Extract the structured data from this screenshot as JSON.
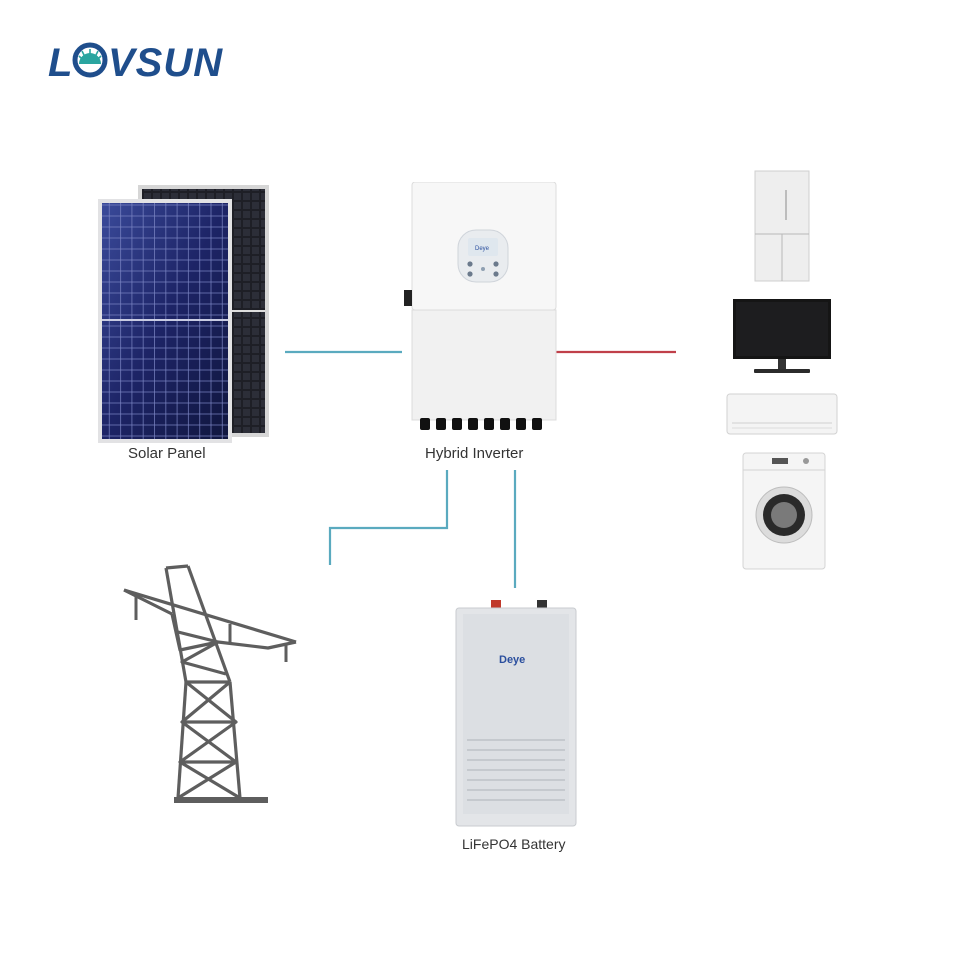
{
  "brand": {
    "logo_text": "LOVSUN",
    "brand_color": "#1f4e8c",
    "accent_color": "#2aa5a0"
  },
  "components": {
    "solar_panel": {
      "label": "Solar Panel",
      "icon": "solar-panel-icon"
    },
    "inverter": {
      "label": "Hybrid Inverter",
      "icon": "hybrid-inverter-icon"
    },
    "grid": {
      "label": "",
      "icon": "transmission-tower-icon"
    },
    "battery": {
      "label": "LiFePO4 Battery",
      "icon": "battery-icon",
      "brand_text": "Deye"
    },
    "loads": [
      {
        "icon": "refrigerator-icon"
      },
      {
        "icon": "monitor-icon"
      },
      {
        "icon": "air-conditioner-icon"
      },
      {
        "icon": "washing-machine-icon"
      }
    ]
  },
  "colors": {
    "dc_line": "#5aaabf",
    "ac_line": "#c0404a"
  }
}
